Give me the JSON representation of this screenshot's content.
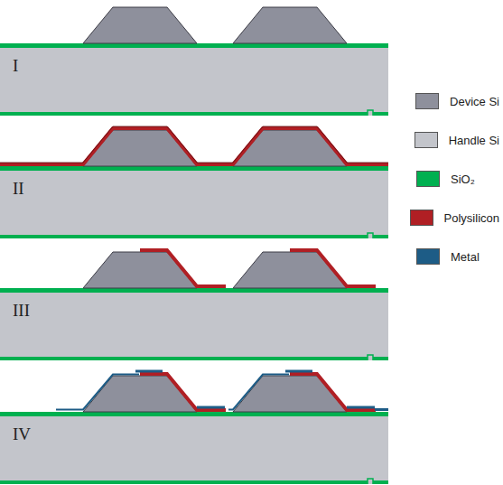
{
  "diagram": {
    "labels": [
      "I",
      "II",
      "III",
      "IV"
    ],
    "legend": [
      {
        "text": "Device Si",
        "color": "#8e909c"
      },
      {
        "text": "Handle Si",
        "color": "#c3c5cb"
      },
      {
        "text": "SiO₂",
        "color": "#00b050"
      },
      {
        "text": "Polysilicon",
        "color": "#b01f24"
      },
      {
        "text": "Metal",
        "color": "#1d5c86"
      }
    ]
  }
}
